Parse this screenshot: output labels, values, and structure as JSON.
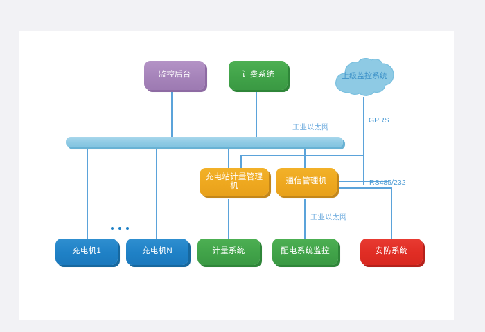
{
  "canvas": {
    "bg": "#ffffff",
    "page_bg": "#f2f2f5"
  },
  "colors": {
    "purple": "#a684ba",
    "green": "#41a349",
    "orange": "#eea81f",
    "blue": "#1f81c6",
    "red": "#e02d24",
    "bus": "#8ecae4",
    "cloud": "#8ecae4",
    "wire": "#5ba3da",
    "label_text": "#4a9ad4"
  },
  "diagram": {
    "title_nodes": [
      {
        "id": "monitor-backend",
        "label": "监控后台",
        "color": "purple"
      },
      {
        "id": "billing-system",
        "label": "计费系统",
        "color": "green"
      },
      {
        "id": "upper-monitor-system",
        "label": "上级监控系统",
        "color": "cloud"
      }
    ],
    "bus": {
      "id": "industrial-ethernet-bus",
      "label": "工业以太网"
    },
    "mid_nodes": [
      {
        "id": "charging-station-metering-manager",
        "label": "充电站计量管理机",
        "color": "orange"
      },
      {
        "id": "communication-manager",
        "label": "通信管理机",
        "color": "orange"
      }
    ],
    "bottom_nodes": [
      {
        "id": "charger-1",
        "label": "充电机1",
        "color": "blue"
      },
      {
        "id": "charger-n",
        "label": "充电机N",
        "color": "blue"
      },
      {
        "id": "metering-system",
        "label": "计量系统",
        "color": "green"
      },
      {
        "id": "distribution-monitoring",
        "label": "配电系统监控",
        "color": "green"
      },
      {
        "id": "security-system",
        "label": "安防系统",
        "color": "red"
      }
    ],
    "link_labels": {
      "gprs": "GPRS",
      "rs485": "RS485/232",
      "ethernet_top": "工业以太网",
      "ethernet_bottom": "工业以太网"
    },
    "ellipsis": "•••"
  }
}
